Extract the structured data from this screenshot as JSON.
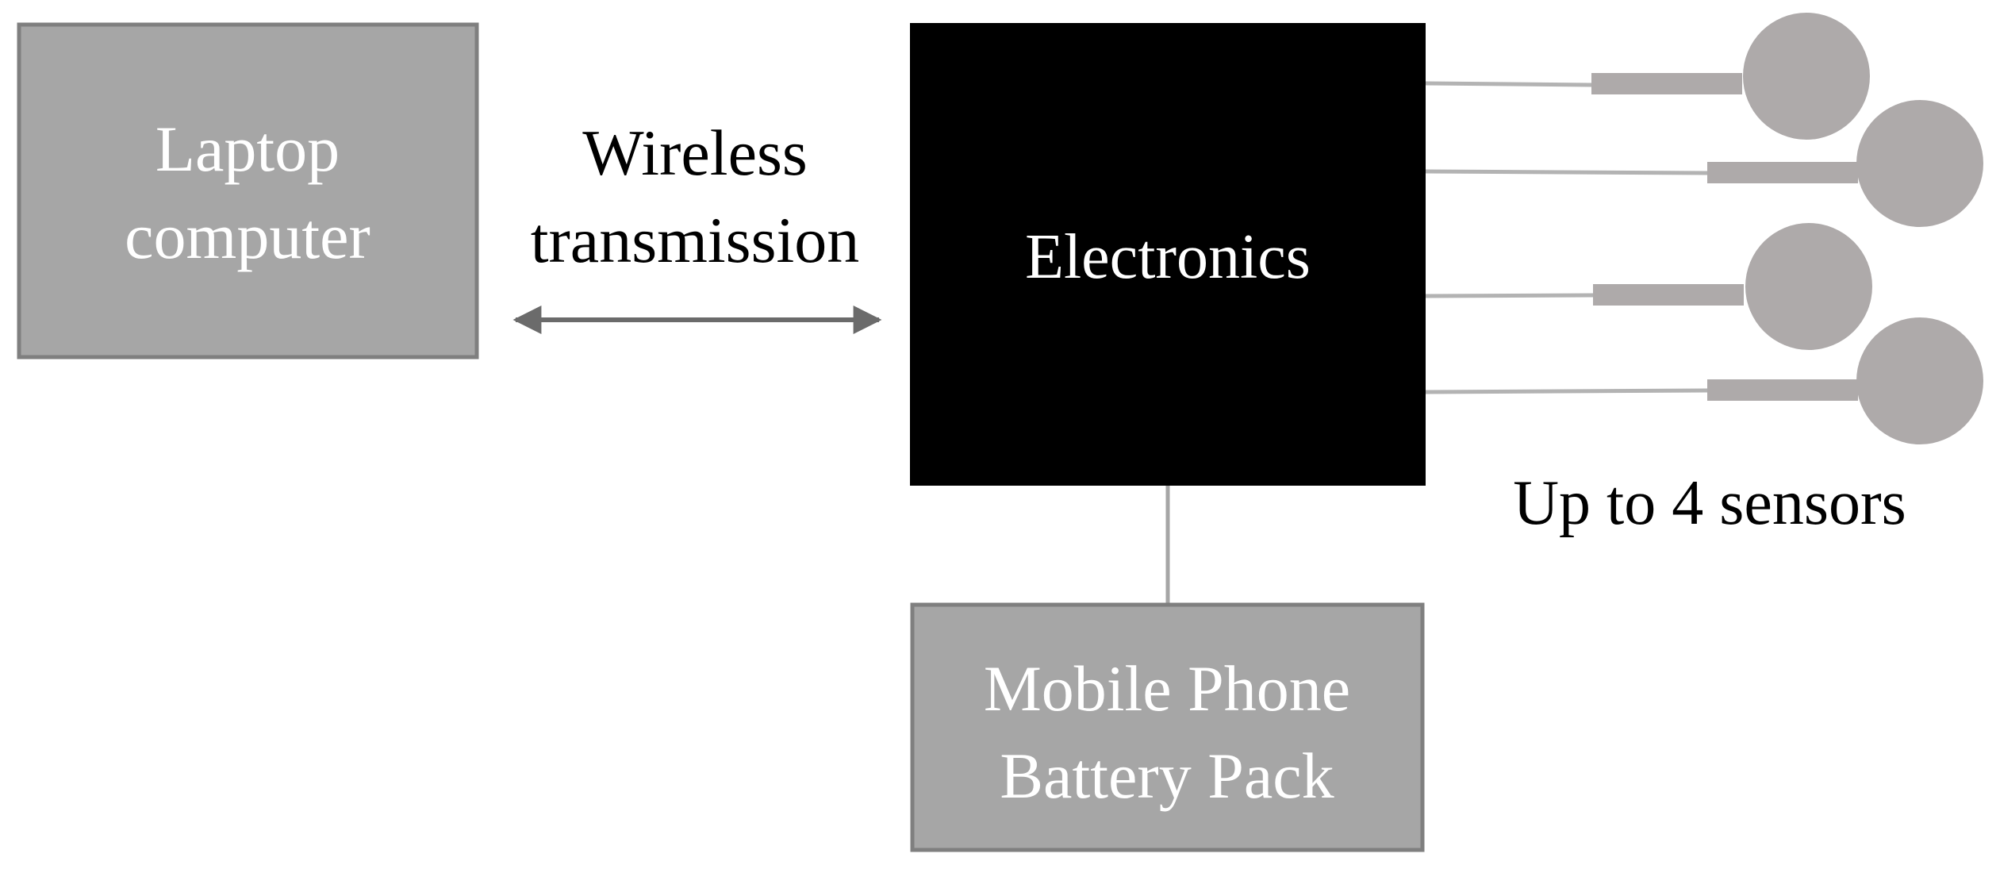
{
  "nodes": {
    "laptop": {
      "line1": "Laptop",
      "line2": "computer"
    },
    "electronics": {
      "label": "Electronics"
    },
    "battery": {
      "line1": "Mobile Phone",
      "line2": "Battery Pack"
    }
  },
  "edges": {
    "wireless": {
      "line1": "Wireless",
      "line2": "transmission"
    }
  },
  "sensors": {
    "caption": "Up to 4 sensors",
    "count": 4
  },
  "colors": {
    "box_gray": "#a6a6a6",
    "box_border": "#7f7f7f",
    "electronics_fill": "#000000",
    "sensor_gray": "#aeaaaa",
    "wire_gray": "#b3b3b3",
    "arrow_gray": "#6b6b6b",
    "label_on_dark": "#ffffff",
    "label_on_light": "#000000"
  }
}
